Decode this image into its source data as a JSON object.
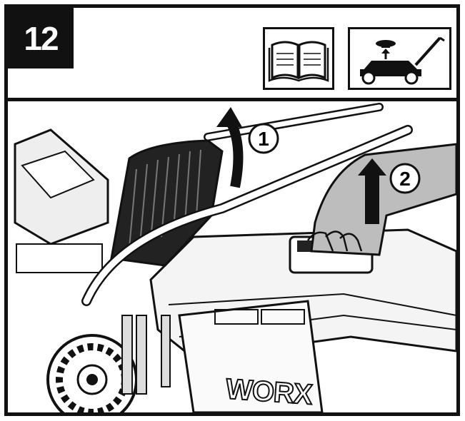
{
  "step": {
    "number": "12"
  },
  "icons": {
    "manual": "manual-book-icon",
    "mower": "mower-battery-remove-icon"
  },
  "callouts": [
    {
      "label": "1"
    },
    {
      "label": "2"
    }
  ],
  "brand": {
    "logo_text": "WORX"
  },
  "colors": {
    "ink": "#111111",
    "paper": "#ffffff",
    "shade": "#bdbdbd"
  }
}
